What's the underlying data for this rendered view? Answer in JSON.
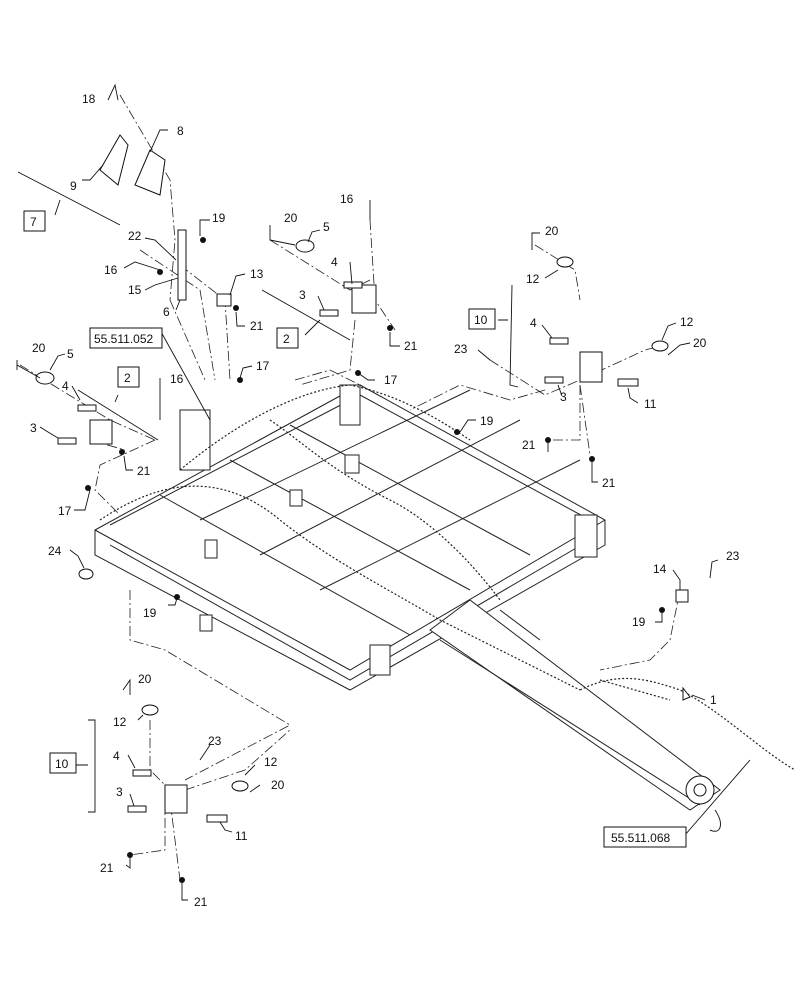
{
  "callouts": {
    "c18": "18",
    "c8": "8",
    "c9": "9",
    "c7": "7",
    "c19a": "19",
    "c22": "22",
    "c16a": "16",
    "c15": "15",
    "c6": "6",
    "c13": "13",
    "c21a": "21",
    "c20a": "20",
    "c5a": "5",
    "c16b": "16",
    "c4a": "4",
    "c3a": "3",
    "c2a": "2",
    "c21b": "21",
    "c17a": "17",
    "c20b": "20",
    "c12a": "12",
    "c10a": "10",
    "c4b": "4",
    "c23a": "23",
    "c12b": "12",
    "c20c": "20",
    "c3b": "3",
    "c11a": "11",
    "c21c": "21",
    "c21d": "21",
    "c19b": "19",
    "c20d": "20",
    "c5b": "5",
    "c4c": "4",
    "c2b": "2",
    "c16c": "16",
    "c17b": "17",
    "c3c": "3",
    "c21e": "21",
    "c17c": "17",
    "c24": "24",
    "c19c": "19",
    "c14": "14",
    "c23b": "23",
    "c19d": "19",
    "c1": "1",
    "c20e": "20",
    "c12c": "12",
    "c10b": "10",
    "c4d": "4",
    "c23c": "23",
    "c12d": "12",
    "c20f": "20",
    "c3d": "3",
    "c11b": "11",
    "c21f": "21",
    "c21g": "21"
  },
  "references": {
    "ref_top": "55.511.052",
    "ref_bottom": "55.511.068"
  }
}
